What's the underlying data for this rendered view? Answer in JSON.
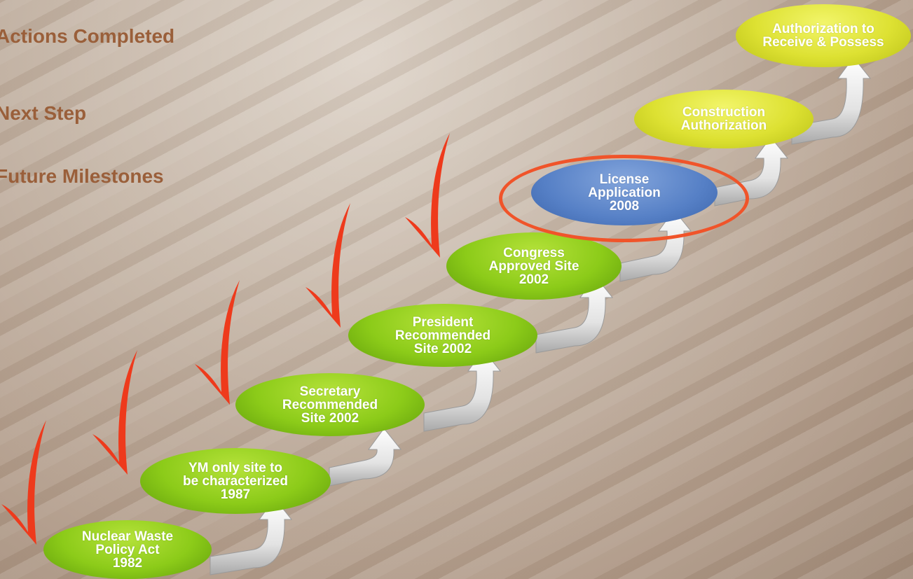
{
  "legend": {
    "completed": "Actions Completed",
    "next": "Next Step",
    "future": "Future Milestones"
  },
  "milestones": [
    {
      "label": "Nuclear Waste\nPolicy Act\n1982",
      "status": "completed",
      "color": "#8ccb19"
    },
    {
      "label": "YM only site to\nbe characterized\n1987",
      "status": "completed",
      "color": "#8ccb19"
    },
    {
      "label": "Secretary\nRecommended\nSite 2002",
      "status": "completed",
      "color": "#8ccb19"
    },
    {
      "label": "President\nRecommended\nSite 2002",
      "status": "completed",
      "color": "#8ccb19"
    },
    {
      "label": "Congress\nApproved Site\n2002",
      "status": "completed",
      "color": "#8ccb19"
    },
    {
      "label": "License\nApplication\n2008",
      "status": "next",
      "color": "#5680c6"
    },
    {
      "label": "Construction\nAuthorization",
      "status": "future",
      "color": "#dde132"
    },
    {
      "label": "Authorization to\nReceive & Possess",
      "status": "future",
      "color": "#dde132"
    }
  ],
  "colors": {
    "legend_text": "#9a5f3a",
    "checkmark": "#ee3a1c",
    "highlight_ring": "#f0542a",
    "arrow": "#e8e8e8"
  },
  "icons": {
    "checkmark": "check-icon",
    "arrow": "curved-step-arrow-icon"
  }
}
